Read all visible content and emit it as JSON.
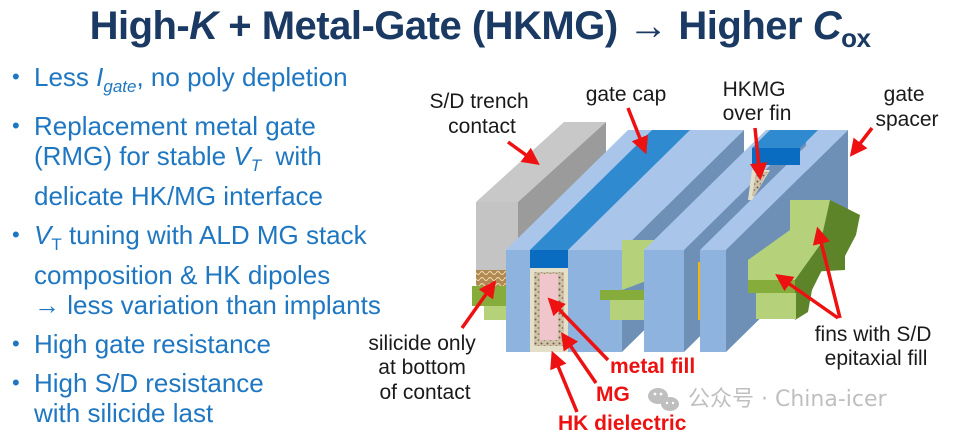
{
  "title": {
    "part1": "High-",
    "k_symbol": "K",
    "part2": " + Metal-Gate (HKMG) ",
    "arrow": "→",
    "part3": " Higher ",
    "c_symbol": "C",
    "c_subscript": "ox"
  },
  "bullets": [
    {
      "lines": [
        {
          "pre": "Less ",
          "sym": "I",
          "sub": "gate",
          "post": ", no poly depletion"
        }
      ]
    },
    {
      "lines": [
        {
          "text": "Replacement metal gate"
        },
        {
          "pre": "(RMG) for stable ",
          "sym": "V",
          "sub": "T",
          "post": "  with"
        },
        {
          "text": "delicate HK/MG interface"
        }
      ]
    },
    {
      "lines": [
        {
          "pre": "",
          "sym": "V",
          "sub": "T",
          "post": " tuning with ALD MG stack"
        },
        {
          "text": "composition & HK dipoles"
        },
        {
          "text": "→ less variation than implants"
        }
      ]
    },
    {
      "lines": [
        {
          "text": "High gate resistance"
        }
      ]
    },
    {
      "lines": [
        {
          "text": "High S/D resistance"
        },
        {
          "text": "with silicide last"
        }
      ]
    }
  ],
  "bullet_marker": "•",
  "diagram": {
    "labels": {
      "sd_trench_contact": [
        "S/D trench",
        "contact"
      ],
      "gate_cap": [
        "gate cap"
      ],
      "hkmg_over_fin": [
        "HKMG",
        "over fin"
      ],
      "gate_spacer": [
        "gate",
        "spacer"
      ],
      "silicide": [
        "silicide only",
        "at bottom",
        "of contact"
      ],
      "fins_epi": [
        "fins with S/D",
        "epitaxial fill"
      ],
      "metal_fill": "metal fill",
      "mg": "MG",
      "hk_dielectric": "HK dielectric"
    },
    "colors": {
      "title": "#1b3a63",
      "bullet_text": "#1f77c2",
      "callout_red": "#ee1111",
      "spacer_light": "#8fb3df",
      "spacer_top": "#a9c6ea",
      "spacer_side": "#6e8fb6",
      "gate_cap": "#0a6cc0",
      "gate_cap_top": "#2f8ad0",
      "contact_front": "#c4c4c4",
      "contact_side": "#9b9b9b",
      "fin_light": "#b5d27a",
      "fin_mid": "#86ad3c",
      "fin_dark": "#5d8428",
      "metal_fill": "#f0c6cc",
      "hk_dielectric": "#e4dfc8",
      "silicide": "#b08a52"
    }
  },
  "watermark": {
    "icon": "wechat-icon",
    "text": "公众号 · China-icer"
  }
}
